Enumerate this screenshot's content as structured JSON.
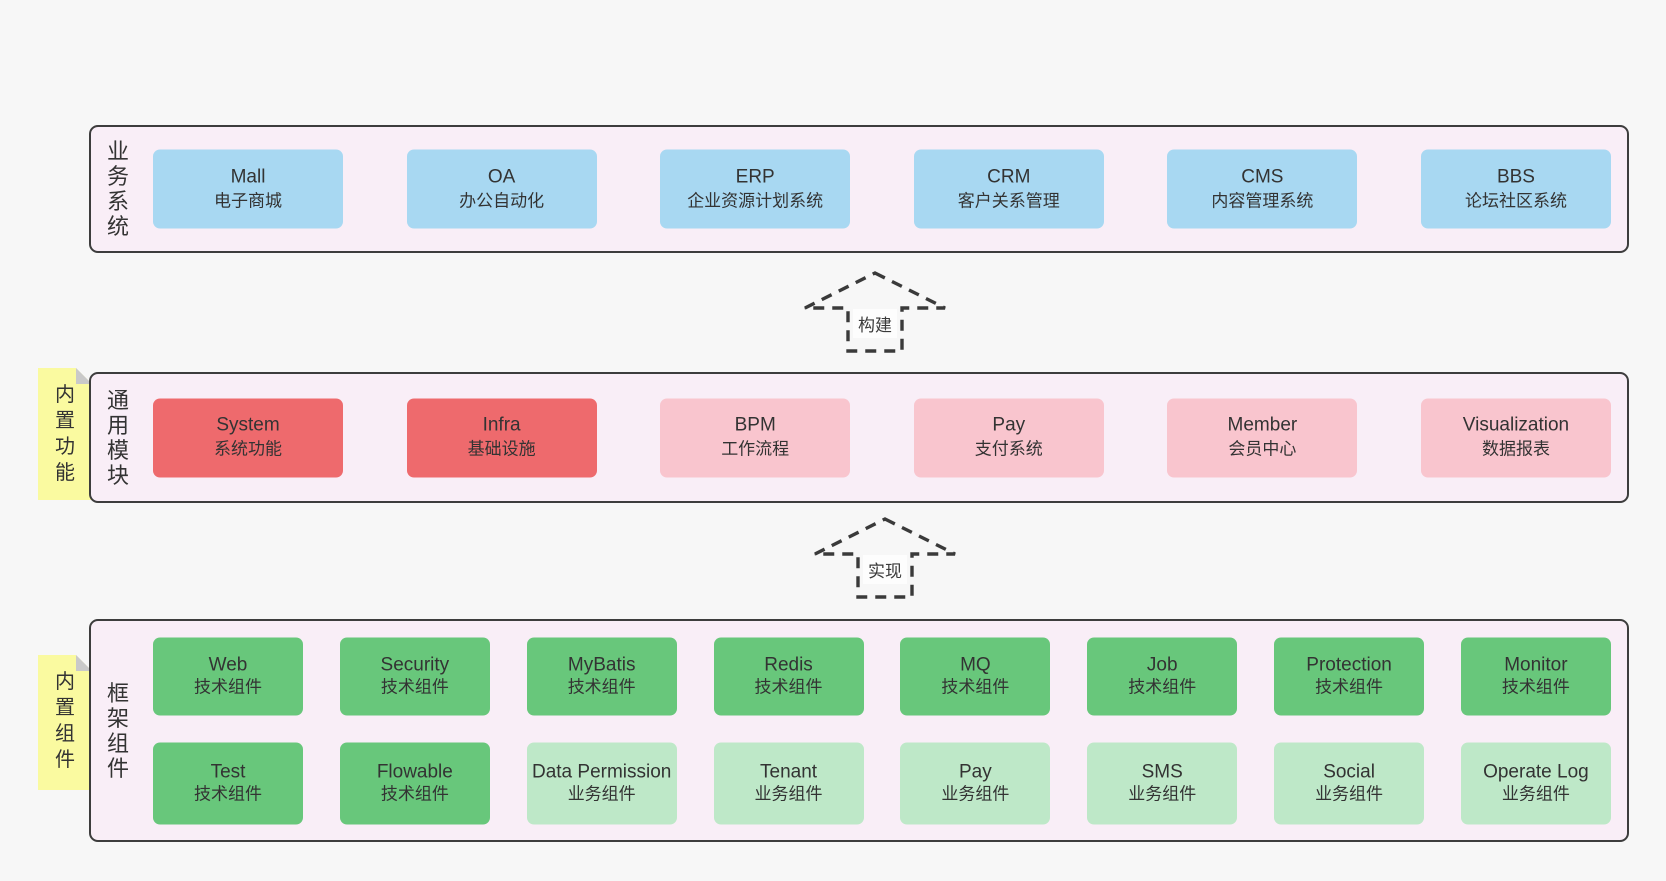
{
  "colors": {
    "page_bg": "#f7f7f7",
    "panel_bg": "#f9eef7",
    "panel_border": "#3d3d3d",
    "blue": "#a8d8f2",
    "red": "#ee6a6d",
    "pink": "#f9c5ce",
    "green": "#68c77b",
    "lightgreen": "#bee8c8",
    "sticky_yellow": "#fafaa0",
    "sticky_fold": "#c9c9c9",
    "text": "#333333"
  },
  "arrows": [
    {
      "label": "构建"
    },
    {
      "label": "实现"
    }
  ],
  "layers": [
    {
      "label": "业务系统",
      "boxes": [
        {
          "title": "Mall",
          "subtitle": "电子商城",
          "color": "blue"
        },
        {
          "title": "OA",
          "subtitle": "办公自动化",
          "color": "blue"
        },
        {
          "title": "ERP",
          "subtitle": "企业资源计划系统",
          "color": "blue"
        },
        {
          "title": "CRM",
          "subtitle": "客户关系管理",
          "color": "blue"
        },
        {
          "title": "CMS",
          "subtitle": "内容管理系统",
          "color": "blue"
        },
        {
          "title": "BBS",
          "subtitle": "论坛社区系统",
          "color": "blue"
        }
      ]
    },
    {
      "label": "通用模块",
      "sticky": "内置功能",
      "boxes": [
        {
          "title": "System",
          "subtitle": "系统功能",
          "color": "red"
        },
        {
          "title": "Infra",
          "subtitle": "基础设施",
          "color": "red"
        },
        {
          "title": "BPM",
          "subtitle": "工作流程",
          "color": "pink"
        },
        {
          "title": "Pay",
          "subtitle": "支付系统",
          "color": "pink"
        },
        {
          "title": "Member",
          "subtitle": "会员中心",
          "color": "pink"
        },
        {
          "title": "Visualization",
          "subtitle": "数据报表",
          "color": "pink"
        }
      ]
    },
    {
      "label": "框架组件",
      "sticky": "内置组件",
      "rows": [
        [
          {
            "title": "Web",
            "subtitle": "技术组件",
            "color": "green"
          },
          {
            "title": "Security",
            "subtitle": "技术组件",
            "color": "green"
          },
          {
            "title": "MyBatis",
            "subtitle": "技术组件",
            "color": "green"
          },
          {
            "title": "Redis",
            "subtitle": "技术组件",
            "color": "green"
          },
          {
            "title": "MQ",
            "subtitle": "技术组件",
            "color": "green"
          },
          {
            "title": "Job",
            "subtitle": "技术组件",
            "color": "green"
          },
          {
            "title": "Protection",
            "subtitle": "技术组件",
            "color": "green"
          },
          {
            "title": "Monitor",
            "subtitle": "技术组件",
            "color": "green"
          }
        ],
        [
          {
            "title": "Test",
            "subtitle": "技术组件",
            "color": "green"
          },
          {
            "title": "Flowable",
            "subtitle": "技术组件",
            "color": "green"
          },
          {
            "title": "Data Permission",
            "subtitle": "业务组件",
            "color": "lightgreen"
          },
          {
            "title": "Tenant",
            "subtitle": "业务组件",
            "color": "lightgreen"
          },
          {
            "title": "Pay",
            "subtitle": "业务组件",
            "color": "lightgreen"
          },
          {
            "title": "SMS",
            "subtitle": "业务组件",
            "color": "lightgreen"
          },
          {
            "title": "Social",
            "subtitle": "业务组件",
            "color": "lightgreen"
          },
          {
            "title": "Operate Log",
            "subtitle": "业务组件",
            "color": "lightgreen"
          }
        ]
      ]
    }
  ]
}
